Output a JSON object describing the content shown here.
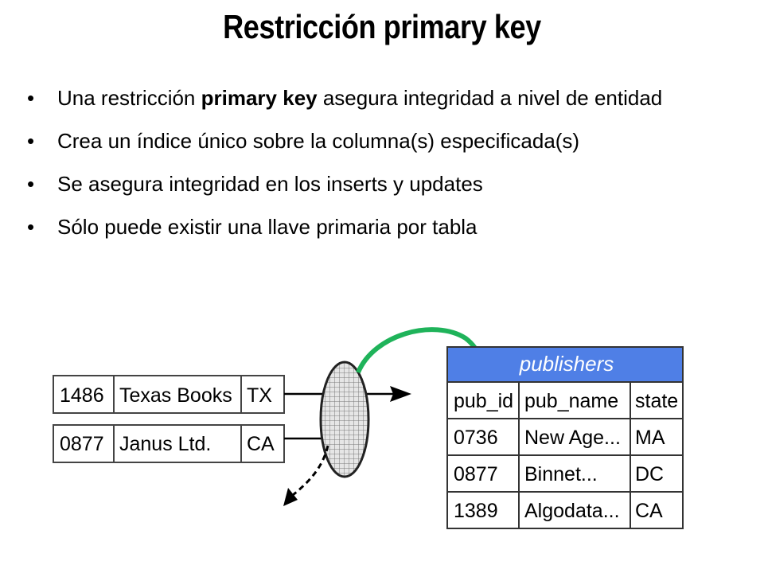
{
  "title": "Restricción primary key",
  "bullets": [
    {
      "pre": "Una restricción ",
      "bold": "primary key",
      "post": " asegura integridad a nivel de entidad"
    },
    {
      "pre": "Crea un índice único sobre la columna(s) especificada(s)",
      "bold": "",
      "post": ""
    },
    {
      "pre": "Se asegura integridad en los inserts y updates",
      "bold": "",
      "post": ""
    },
    {
      "pre": "Sólo puede existir una llave primaria por tabla",
      "bold": "",
      "post": ""
    }
  ],
  "bullet_char": "•",
  "input_rows": [
    [
      "1486",
      "Texas Books",
      "TX"
    ],
    [
      "0877",
      "Janus Ltd.",
      "CA"
    ]
  ],
  "table": {
    "name": "publishers",
    "columns": [
      "pub_id",
      "pub_name",
      "state"
    ],
    "rows": [
      [
        "0736",
        "New Age...",
        "MA"
      ],
      [
        "0877",
        "Binnet...",
        "DC"
      ],
      [
        "1389",
        "Algodata...",
        "CA"
      ]
    ]
  },
  "colors": {
    "table_header": "#4f7fe6",
    "header_text": "#ffffff",
    "green_arrow": "#1fb35a",
    "filter_fill": "#bfbfbf"
  }
}
